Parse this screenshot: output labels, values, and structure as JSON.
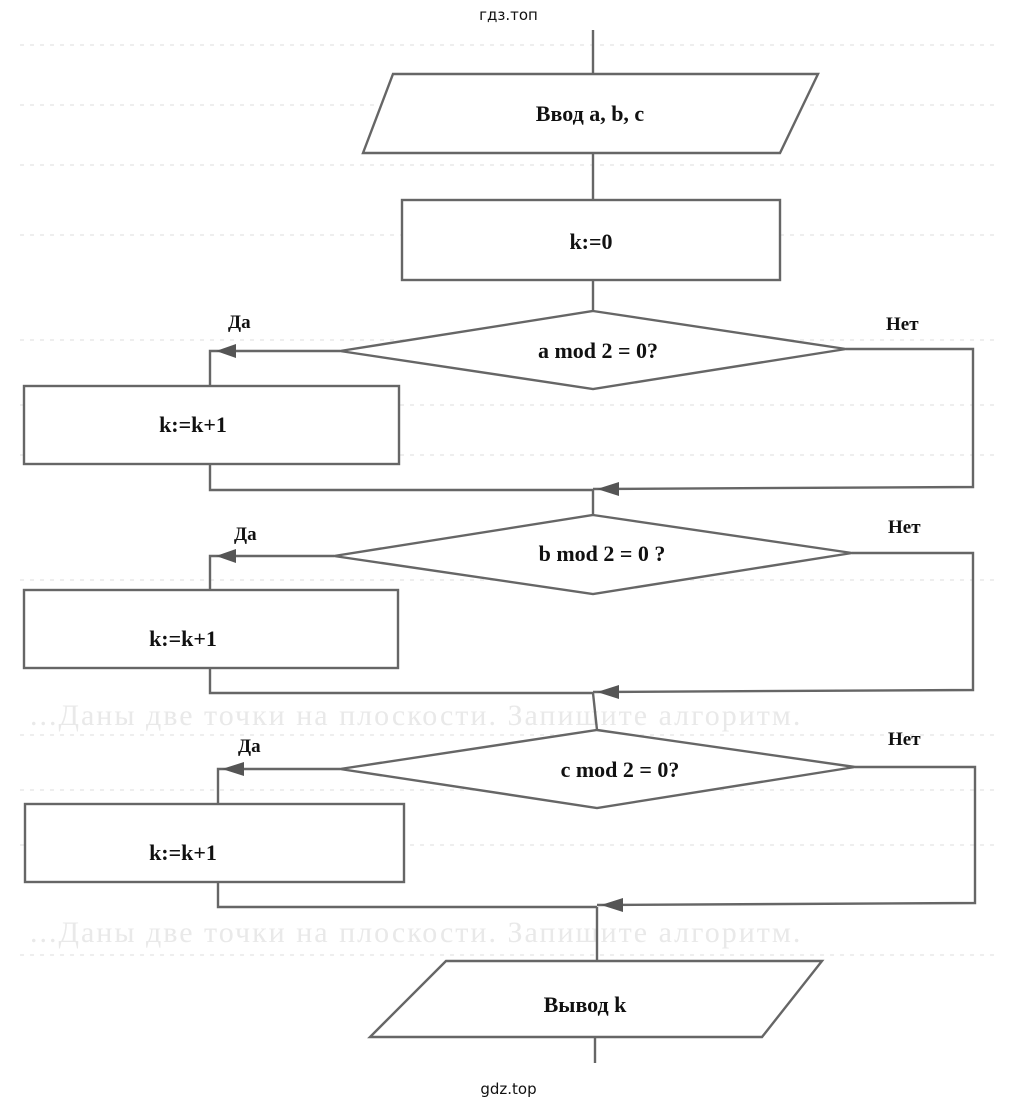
{
  "watermarks": {
    "top": "гдз.топ",
    "bottom": "gdz.top"
  },
  "flowchart": {
    "input": "Ввод a, b, c",
    "init": "k:=0",
    "decisions": [
      {
        "condition": "a mod 2 = 0?",
        "yes_label": "Да",
        "no_label": "Нет",
        "action": "k:=k+1"
      },
      {
        "condition": "b mod 2 = 0 ?",
        "yes_label": "Да",
        "no_label": "Нет",
        "action": "k:=k+1"
      },
      {
        "condition": "c mod 2 = 0?",
        "yes_label": "Да",
        "no_label": "Нет",
        "action": "k:=k+1"
      }
    ],
    "output": "Вывод k"
  },
  "background_text": [
    "...Даны две точки на плоскости. Запишите алгоритм.",
    "...Даны две точки на плоскости. Запишите алгоритм."
  ],
  "colors": {
    "stroke": "#666666",
    "text": "#111111",
    "background": "#ffffff"
  }
}
